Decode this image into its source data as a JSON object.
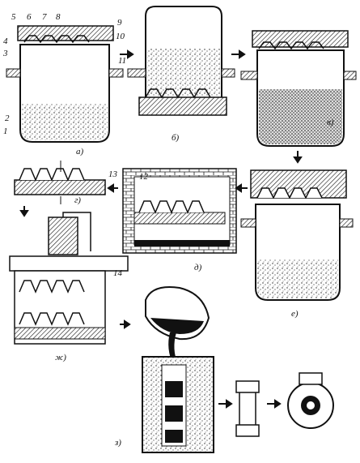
{
  "figure": {
    "part_numbers": [
      "1",
      "2",
      "3",
      "4",
      "5",
      "6",
      "7",
      "8",
      "9",
      "10",
      "11",
      "12",
      "13",
      "14"
    ],
    "stage_labels": {
      "a": "а)",
      "b": "б)",
      "v": "в)",
      "g": "г)",
      "d": "д)",
      "e": "е)",
      "zh": "ж)",
      "z": "з)"
    }
  }
}
